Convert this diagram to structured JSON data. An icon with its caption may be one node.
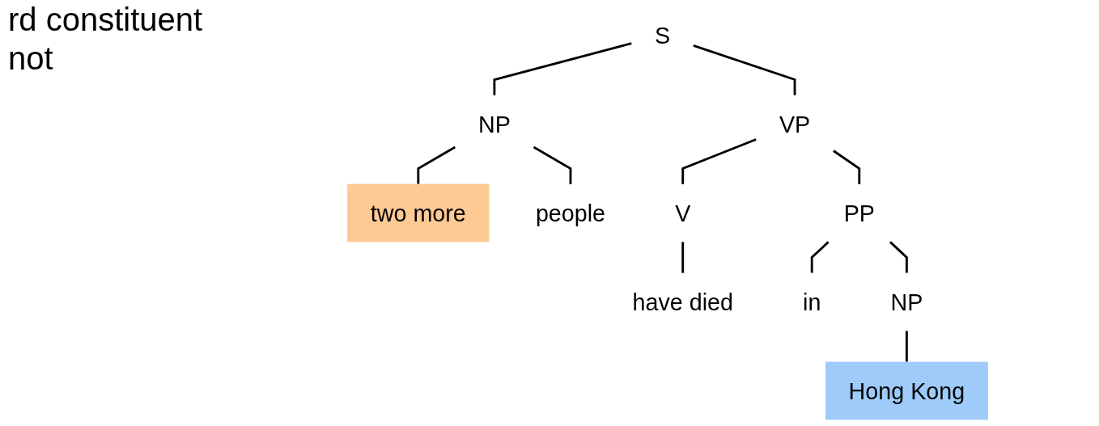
{
  "diagram": {
    "nodes": [
      {
        "text": [
          "S"
        ]
      },
      {
        "text": [
          "VP"
        ]
      },
      {
        "text": [
          "PP"
        ]
      },
      {
        "text": [
          "NP"
        ]
      },
      {
        "text": [
          "V"
        ]
      },
      {
        "text": [
          "NP"
        ]
      },
      {
        "text": [
          "two more"
        ]
      },
      {
        "text": [
          "people"
        ]
      },
      {
        "text": [
          "have died"
        ]
      },
      {
        "text": [
          "in"
        ]
      },
      {
        "text": [
          "Hong Kong"
        ]
      }
    ],
    "edges": [
      {
        "from": 0,
        "to": 3,
        "arrow": "none"
      },
      {
        "from": 0,
        "to": 1,
        "arrow": "none"
      },
      {
        "from": 1,
        "to": 4,
        "arrow": "none"
      },
      {
        "from": 1,
        "to": 2,
        "arrow": "none"
      },
      {
        "from": 2,
        "to": 9,
        "arrow": "none"
      },
      {
        "from": 2,
        "to": 5,
        "arrow": "none"
      },
      {
        "from": 3,
        "to": 6,
        "arrow": "none"
      },
      {
        "from": 3,
        "to": 7,
        "arrow": "none"
      },
      {
        "from": 4,
        "to": 8,
        "arrow": "none"
      },
      {
        "from": 5,
        "to": 10,
        "arrow": "none"
      }
    ],
    "labels": [
      "rd constituent",
      "not"
    ]
  }
}
